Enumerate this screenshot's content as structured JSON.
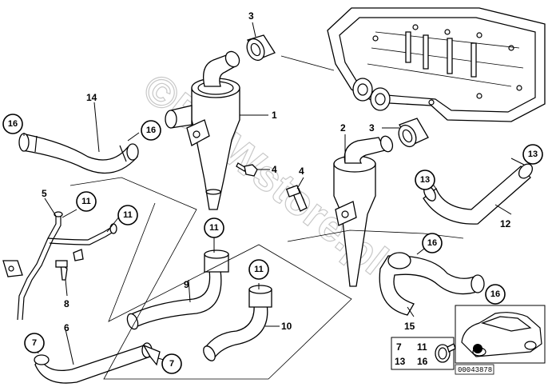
{
  "watermark": "©BMWstore.pl",
  "diagram_code": "00043878",
  "part_labels": {
    "p1": "1",
    "p2": "2",
    "p3a": "3",
    "p3b": "3",
    "p4a": "4",
    "p4b": "4",
    "p5": "5",
    "p6": "6",
    "p8": "8",
    "p9": "9",
    "p10": "10",
    "p12": "12",
    "p14": "14",
    "p15": "15"
  },
  "callouts": {
    "c16a": "16",
    "c16b": "16",
    "c16c": "16",
    "c16d": "16",
    "c11a": "11",
    "c11b": "11",
    "c11c": "11",
    "c11d": "11",
    "c7a": "7",
    "c7b": "7",
    "c13a": "13",
    "c13b": "13"
  },
  "clamp_legend": {
    "row1": [
      "7",
      "11"
    ],
    "row2": [
      "13",
      "16"
    ]
  }
}
